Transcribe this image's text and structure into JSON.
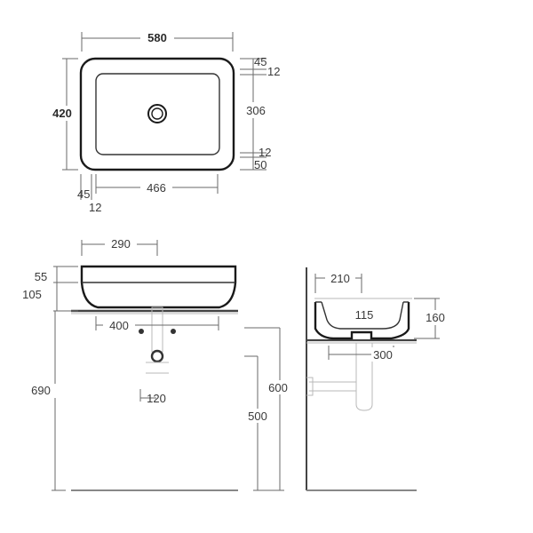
{
  "top_view": {
    "width": "580",
    "depth": "420",
    "rim_back": "45",
    "rim_back_inner": "12",
    "basin_depth_inner": "306",
    "rim_front_inner": "12",
    "rim_front": "50",
    "side_rim": "45",
    "side_rim_inner": "12",
    "basin_width_inner": "466"
  },
  "front_view": {
    "bowl_width": "290",
    "rim_height": "55",
    "total_height": "105",
    "base_width": "400",
    "waste_offset": "120",
    "floor_to_top": "690",
    "counter_height": "600",
    "counter_underside": "500"
  },
  "side_view": {
    "bowl_depth": "210",
    "inner_depth": "115",
    "height": "160",
    "base_depth": "300"
  }
}
